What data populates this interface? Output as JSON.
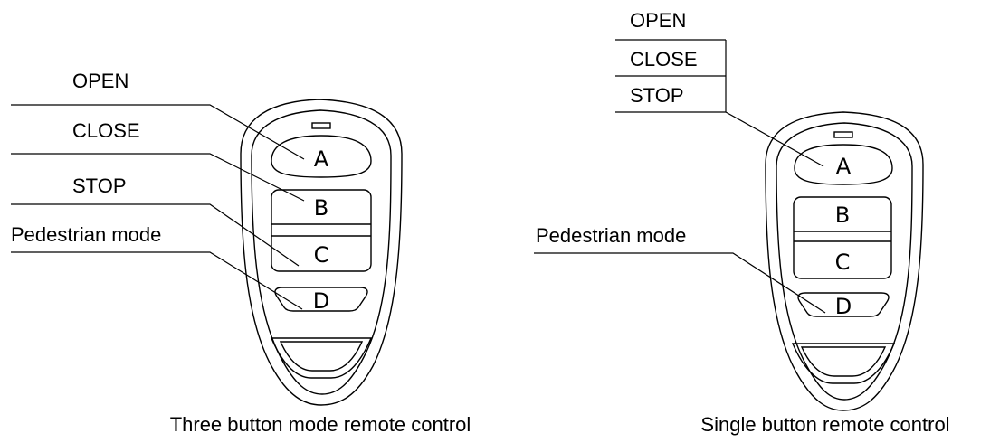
{
  "left_diagram": {
    "caption": "Three button mode remote control",
    "labels": {
      "open": "OPEN",
      "close": "CLOSE",
      "stop": "STOP",
      "pedestrian": "Pedestrian mode"
    },
    "keys": {
      "a": "A",
      "b": "B",
      "c": "C",
      "d": "D"
    }
  },
  "right_diagram": {
    "caption": "Single button remote control",
    "labels": {
      "open": "OPEN",
      "close": "CLOSE",
      "stop": "STOP",
      "pedestrian": "Pedestrian mode"
    },
    "keys": {
      "a": "A",
      "b": "B",
      "c": "C",
      "d": "D"
    }
  }
}
